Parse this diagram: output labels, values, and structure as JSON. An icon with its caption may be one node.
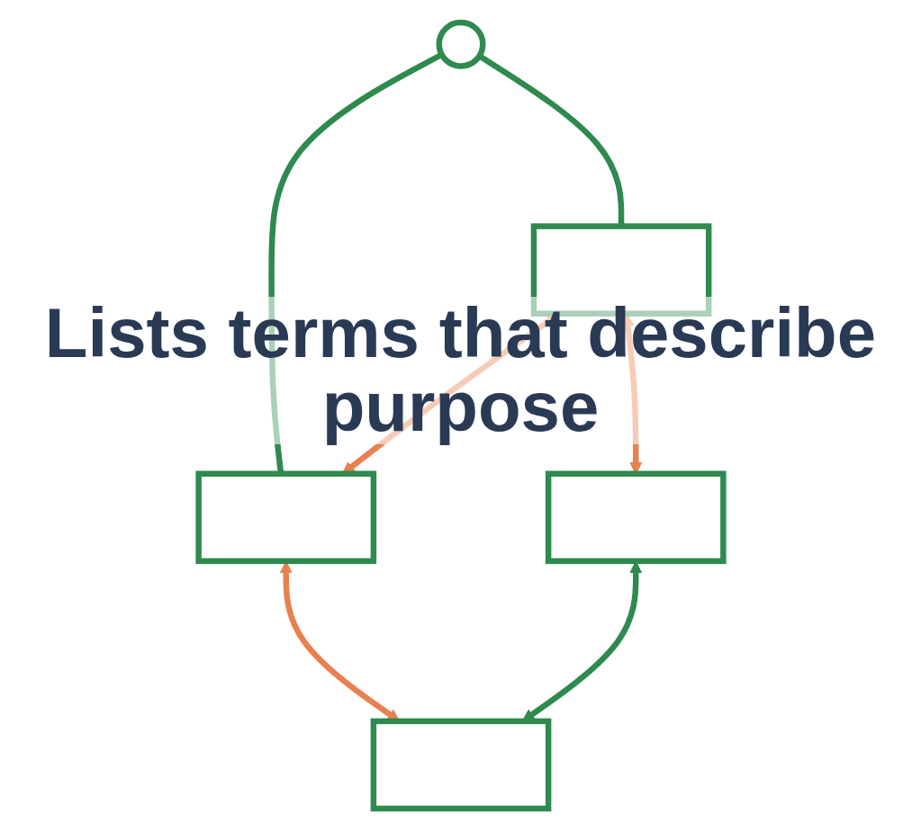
{
  "diagram": {
    "caption": "Lists terms that describe purpose",
    "nodes": [
      {
        "text": [],
        "shape": "circle"
      },
      {
        "text": [],
        "shape": "box"
      },
      {
        "text": [],
        "shape": "box"
      },
      {
        "text": [],
        "shape": "box"
      },
      {
        "text": [],
        "shape": "box"
      }
    ],
    "edges": [
      {
        "from": 0,
        "to": 1,
        "arrow": "none"
      },
      {
        "from": 0,
        "to": 2,
        "arrow": "none"
      },
      {
        "from": 1,
        "to": 2,
        "arrow": "both",
        "color": "#e8804f"
      },
      {
        "from": 1,
        "to": 3,
        "arrow": "both",
        "color": "#e8804f"
      },
      {
        "from": 2,
        "to": 4,
        "arrow": "both",
        "color": "#e8804f"
      },
      {
        "from": 3,
        "to": 4,
        "arrow": "both"
      }
    ]
  }
}
